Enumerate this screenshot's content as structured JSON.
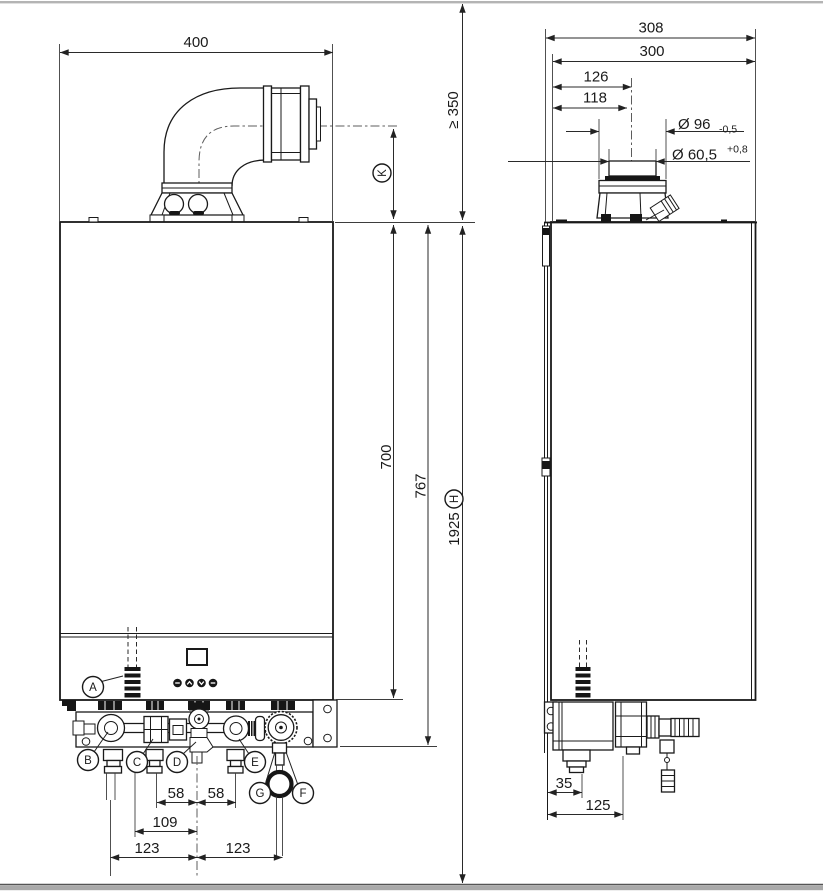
{
  "front": {
    "width": "400",
    "pipe_spacing_left": "58",
    "pipe_spacing_right": "58",
    "gas_offset": "109",
    "connection_left": "123",
    "connection_right": "123",
    "cabinet_height": "700",
    "height_with_connections": "767",
    "overall_height": "1925",
    "top_clearance": "≥ 350"
  },
  "side": {
    "depth_overall": "308",
    "depth_casing": "300",
    "flue_center_offset_outer": "126",
    "flue_center_offset_inner": "118",
    "flue_dia_outer": "Ø 96",
    "flue_dia_outer_tolerance": "-0,5",
    "flue_dia_inner": "Ø 60,5",
    "flue_dia_inner_tolerance": "+0,8",
    "bottom_offset": "35",
    "bottom_depth": "125"
  },
  "callouts": {
    "a": "A",
    "b": "B",
    "c": "C",
    "d": "D",
    "e": "E",
    "f": "F",
    "g": "G",
    "k": "K",
    "h": "H"
  },
  "icons": {
    "button1": "minus",
    "button2": "chevron-up",
    "button3": "chevron-down",
    "button4": "minus"
  },
  "colors": {
    "line": "#1a1a1a",
    "dimension": "#2a2a2a",
    "centerline": "#5c5c5c",
    "rule_top": "#b4b4b4",
    "rule_bottom": "#a9a9a9"
  }
}
